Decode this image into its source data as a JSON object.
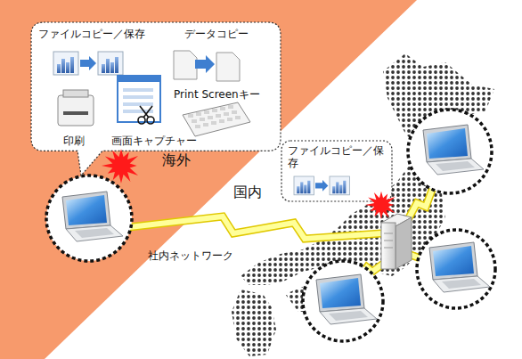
{
  "diagram": {
    "nodes": [
      {
        "text": [
          "ファイルコピー／保存",
          "データコピー",
          "Print Screenキー",
          "印刷",
          "画面キャプチャー"
        ]
      },
      {
        "text": [
          "ファイルコピー／保存"
        ]
      }
    ],
    "labels": [
      "海外",
      "国内",
      "社内ネットワーク"
    ]
  }
}
